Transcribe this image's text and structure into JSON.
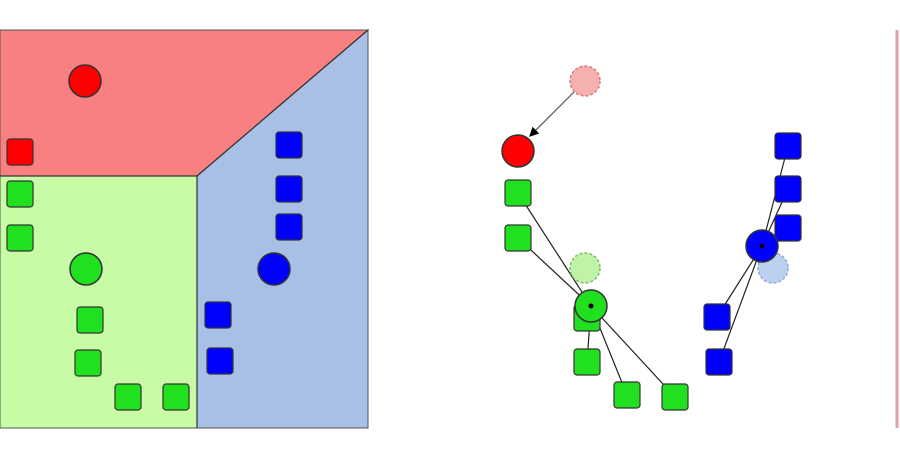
{
  "colors": {
    "red_region": "#f98080",
    "green_region": "#c8fba5",
    "blue_region": "#a9c0e6",
    "red_point": "#ff0000",
    "green_point": "#20e020",
    "blue_point": "#0000ff",
    "ghost_red": "#f7b0b0",
    "ghost_green": "#bff3a8",
    "ghost_blue": "#bcd0ef",
    "outline": "#333333",
    "frame": "#555555"
  },
  "panels": [
    {
      "id": "partition-panel",
      "regions": [
        "red",
        "green",
        "blue"
      ],
      "centroids": [
        {
          "cluster": "red"
        },
        {
          "cluster": "green"
        },
        {
          "cluster": "blue"
        }
      ],
      "points": [
        {
          "cluster": "red"
        },
        {
          "cluster": "green"
        },
        {
          "cluster": "green"
        },
        {
          "cluster": "green"
        },
        {
          "cluster": "green"
        },
        {
          "cluster": "green"
        },
        {
          "cluster": "green"
        },
        {
          "cluster": "blue"
        },
        {
          "cluster": "blue"
        },
        {
          "cluster": "blue"
        },
        {
          "cluster": "blue"
        },
        {
          "cluster": "blue"
        }
      ]
    },
    {
      "id": "update-panel",
      "old_centroids": [
        "red",
        "green",
        "blue"
      ],
      "new_centroids": [
        "red",
        "green",
        "blue"
      ]
    },
    {
      "id": "next-panel"
    }
  ]
}
